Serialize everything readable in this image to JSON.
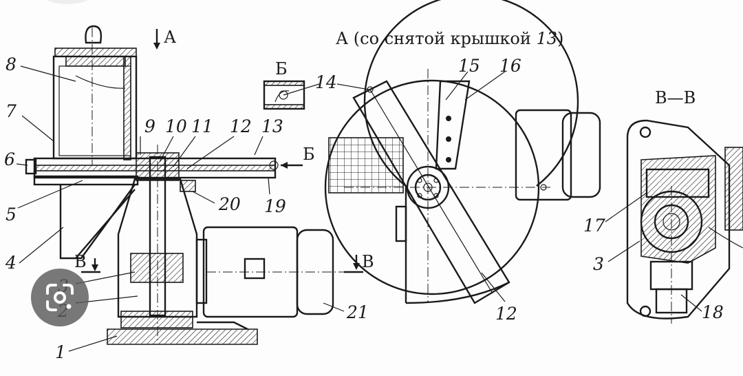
{
  "diagram": {
    "view_title_prefix": "А (со снятой крышкой ",
    "view_title_number": "13",
    "view_title_suffix": ")",
    "section_bb": "В—В",
    "arrow_a": "А",
    "arrow_b": "Б",
    "detail_b": "Б",
    "cut_left": "В",
    "cut_right": "В",
    "part_labels": [
      "1",
      "2",
      "3",
      "4",
      "5",
      "6",
      "7",
      "8",
      "9",
      "10",
      "11",
      "12",
      "13",
      "14",
      "15",
      "16",
      "17",
      "18",
      "19",
      "20",
      "21"
    ]
  },
  "overlay": {
    "lens_icon": "google-lens-icon"
  }
}
